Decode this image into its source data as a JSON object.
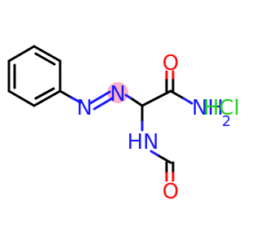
{
  "molecule": {
    "atom_labels": {
      "azo_n1": "N",
      "azo_n2": "N",
      "carbonyl_o": "O",
      "amide_nh2_n": "NH",
      "amide_nh2_sub": "2",
      "nh": "HN",
      "formyl_o": "O",
      "salt": "HCl"
    },
    "colors": {
      "bond": "#000000",
      "nitrogen": "#1a1aff",
      "oxygen": "#ff0d0d",
      "chlorine": "#1fd11f",
      "highlight": "#ffb3c6",
      "carbon_text": "#000000"
    }
  }
}
